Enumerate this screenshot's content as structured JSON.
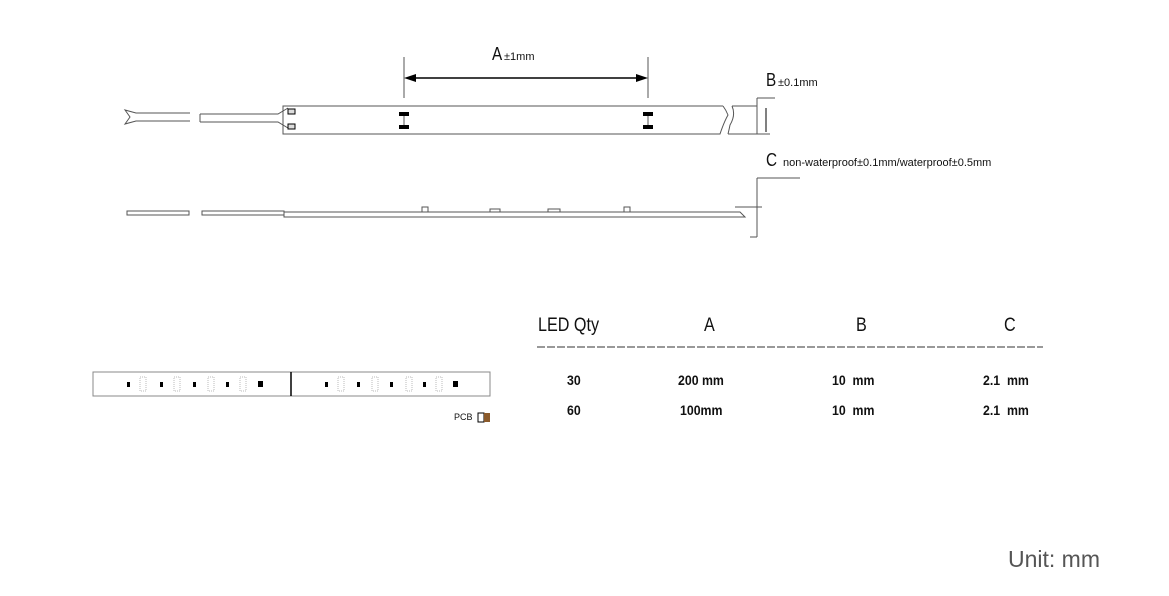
{
  "diagram": {
    "dim_a": {
      "letter": "A",
      "tolerance": "±1mm"
    },
    "dim_b": {
      "letter": "B",
      "tolerance": "±0.1mm"
    },
    "dim_c": {
      "letter": "C",
      "tolerance": "non-waterproof±0.1mm/waterproof±0.5mm"
    },
    "pcb_label": "PCB",
    "pcb_color": "#8B5A2B"
  },
  "table": {
    "headers": [
      "LED Qty",
      "A",
      "B",
      "C"
    ],
    "rows": [
      [
        "30",
        "200 mm",
        "10  mm",
        "2.1  mm"
      ],
      [
        "60",
        "100mm",
        "10  mm",
        "2.1  mm"
      ]
    ]
  },
  "unit_label": "Unit: mm"
}
